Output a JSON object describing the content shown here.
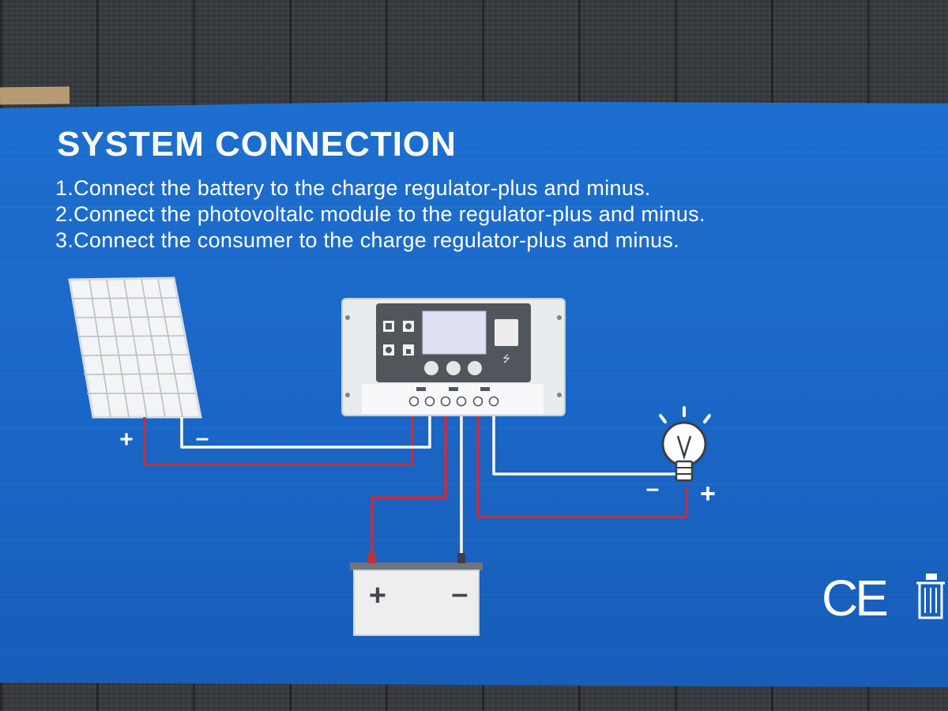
{
  "title": "SYSTEM CONNECTION",
  "steps": [
    "1.Connect the battery to the charge regulator-plus and minus.",
    "2.Connect the photovoltalc module to the regulator-plus and minus.",
    "3.Connect the consumer to the charge regulator-plus and minus."
  ],
  "labels": {
    "panel_plus": "+",
    "panel_minus": "–",
    "battery_plus": "+",
    "battery_minus": "–",
    "lamp_minus": "–",
    "lamp_plus": "+",
    "ce_mark": "CE"
  },
  "colors": {
    "box_blue": "#1a66c6",
    "positive_wire": "#c62f3a",
    "negative_wire": "#ffffff"
  },
  "icons": [
    "solar-panel-icon",
    "charge-controller-icon",
    "battery-icon",
    "light-bulb-icon",
    "ce-mark",
    "weee-bin-icon"
  ]
}
